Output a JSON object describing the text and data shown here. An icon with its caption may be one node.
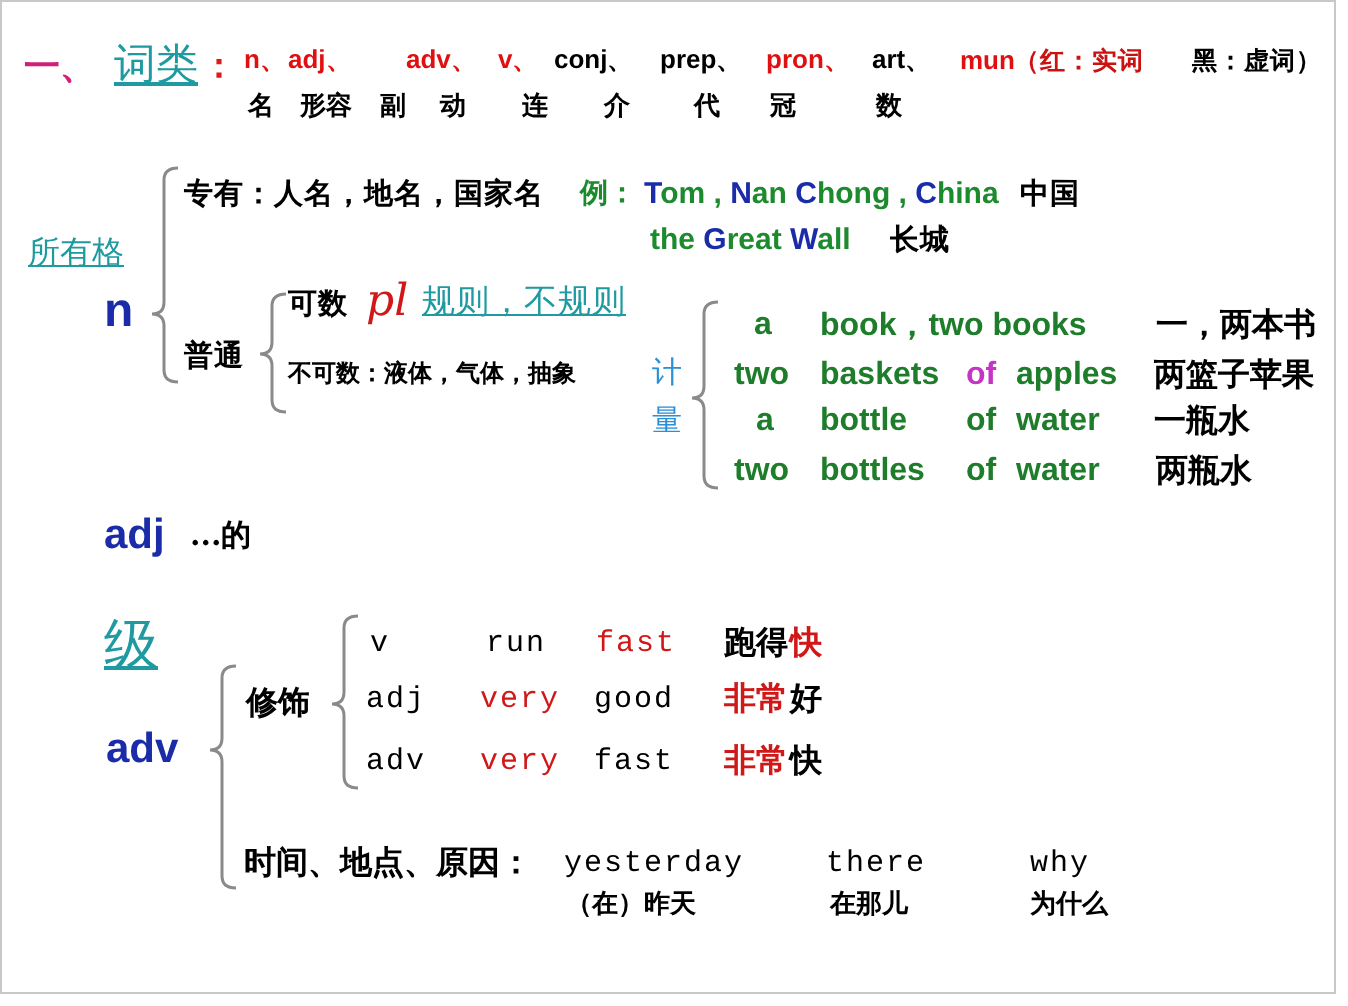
{
  "diagram": {
    "labels": [
      "一、",
      "词类",
      "：",
      "n、",
      "adj、",
      "adv、",
      "v、",
      "conj、",
      "prep、",
      "pron、",
      "art、",
      "mun",
      "（红：实词",
      "黑：虚词）",
      "名",
      "形容",
      "副",
      "动",
      "连",
      "介",
      "代",
      "冠",
      "数",
      "所有格",
      "n",
      "专有：人名，地名，国家名",
      "例：",
      "Tom , Nan Chong , China",
      "中国",
      "the Great Wall",
      "长城",
      "普通",
      "可数",
      "pl",
      "规则，不规则",
      "不可数：液体，气体，抽象",
      "计量",
      "a",
      "book，two books",
      "一，两本书",
      "two",
      "baskets",
      "of",
      "apples",
      "两篮子苹果",
      "a",
      "bottle",
      "of",
      "water",
      "一瓶水",
      "two",
      "bottles",
      "of",
      "water",
      "两瓶水",
      "adj",
      "...的",
      "级",
      "adv",
      "修饰",
      "v",
      "run",
      "fast",
      "跑得",
      "快",
      "adj",
      "very",
      "good",
      "非常",
      "好",
      "adv",
      "very",
      "fast",
      "非常",
      "快",
      "时间、地点、原因：",
      "yesterday",
      "there",
      "why",
      "（在）昨天",
      "在那儿",
      "为什么"
    ]
  }
}
